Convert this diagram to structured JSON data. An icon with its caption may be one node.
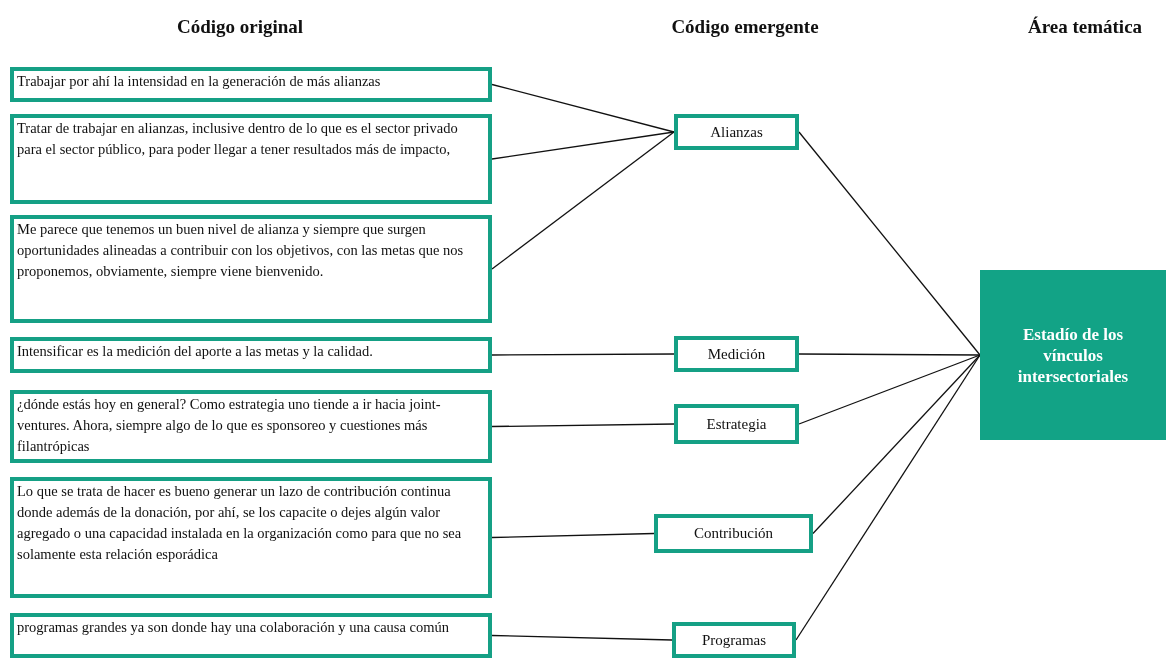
{
  "diagram": {
    "nodes": [
      {
        "text": [
          "Trabajar por ahí la intensidad en la generación de más alianzas"
        ]
      },
      {
        "text": [
          "Tratar de trabajar en alianzas, inclusive dentro de lo que es el sector privado para el sector público, para poder llegar a tener resultados más de impacto,"
        ]
      },
      {
        "text": [
          "Me parece que tenemos un buen nivel de alianza y siempre que surgen oportunidades alineadas a contribuir con los objetivos, con las metas que nos proponemos, obviamente, siempre viene bienvenido."
        ]
      },
      {
        "text": [
          "Intensificar es la medición del aporte a las metas y la calidad."
        ]
      },
      {
        "text": [
          "¿dónde estás hoy en general? Como estrategia uno tiende a ir hacia joint-ventures. Ahora, siempre algo de lo que es sponsoreo y cuestiones más filantrópicas"
        ]
      },
      {
        "text": [
          "Lo que se trata de hacer es bueno generar un lazo de contribución continua donde además de la donación, por ahí, se los capacite o dejes algún valor agregado o una capacidad instalada en la organización como para que no sea solamente esta relación esporádica"
        ]
      },
      {
        "text": [
          "programas grandes ya son donde hay una colaboración y una causa común"
        ]
      },
      {
        "text": [
          "Alianzas"
        ]
      },
      {
        "text": [
          "Medición"
        ]
      },
      {
        "text": [
          "Estrategia"
        ]
      },
      {
        "text": [
          "Contribución"
        ]
      },
      {
        "text": [
          "Programas"
        ]
      },
      {
        "text": [
          "Estadío de los vínculos intersectoriales"
        ]
      }
    ],
    "edges": [
      {
        "from": 0,
        "to": 7,
        "arrow": "none"
      },
      {
        "from": 1,
        "to": 7,
        "arrow": "none"
      },
      {
        "from": 2,
        "to": 7,
        "arrow": "none"
      },
      {
        "from": 3,
        "to": 8,
        "arrow": "none"
      },
      {
        "from": 4,
        "to": 9,
        "arrow": "none"
      },
      {
        "from": 5,
        "to": 10,
        "arrow": "none"
      },
      {
        "from": 6,
        "to": 11,
        "arrow": "none"
      },
      {
        "from": 7,
        "to": 12,
        "arrow": "none"
      },
      {
        "from": 8,
        "to": 12,
        "arrow": "none"
      },
      {
        "from": 9,
        "to": 12,
        "arrow": "none"
      },
      {
        "from": 10,
        "to": 12,
        "arrow": "none"
      },
      {
        "from": 11,
        "to": 12,
        "arrow": "none"
      }
    ],
    "labels": [
      "Código original",
      "Código emergente",
      "Área temática"
    ]
  }
}
